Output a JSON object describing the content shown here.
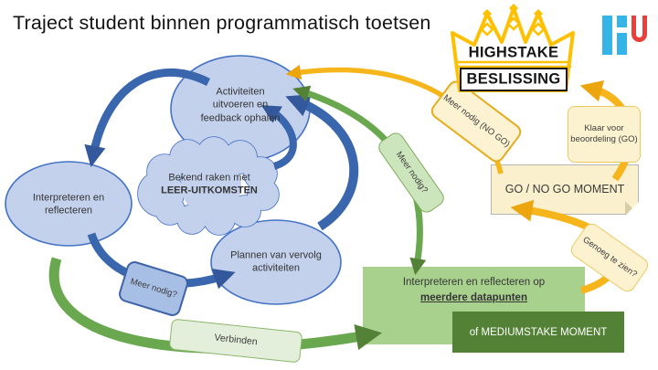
{
  "title": "Traject student binnen programmatisch toetsen",
  "highstake": {
    "line1": "HIGHSTAKE",
    "line2": "BESLISSING"
  },
  "cycle": {
    "activiteiten": "Activiteiten uitvoeren en feedback ophalen",
    "interpreteren": "Interpreteren en reflecteren",
    "plannen": "Plannen van vervolg activiteiten",
    "cloud_text": "Bekend raken met ",
    "cloud_bold": "LEER-UITKOMSTEN",
    "meer_nodig": "Meer nodig?"
  },
  "connectors": {
    "verbinden": "Verbinden",
    "meer_nodig_green": "Meer nodig?",
    "meer_nodig_no_go": "Meer nodig (NO GO)",
    "klaar_voor_go": "Klaar voor beoordeling (GO)",
    "genoeg_te_zien": "Genoeg te zien?"
  },
  "moments": {
    "go_no_go": "GO / NO GO MOMENT",
    "multi_line1": "Interpreteren en reflecteren op",
    "multi_line2": "meerdere datapunten",
    "mediumstake": "of MEDIUMSTAKE MOMENT"
  },
  "colors": {
    "blue_arrow": "#3a66ae",
    "blue_arrow_head": "#33589b",
    "green_arrow": "#6aa84f",
    "green_arrow_head": "#538135",
    "yellow_arrow": "#f6b51b",
    "node_fill": "#c3d1ec",
    "node_border": "#4472c4",
    "green_box": "#a9d18e",
    "dark_green_box": "#538135",
    "cream_box": "#faf0cd",
    "gold": "#ffc000",
    "hu_blue": "#35b4e8",
    "hu_red": "#e8403a"
  },
  "icons": {
    "crown": "crown-icon",
    "logo": "hu-logo"
  }
}
